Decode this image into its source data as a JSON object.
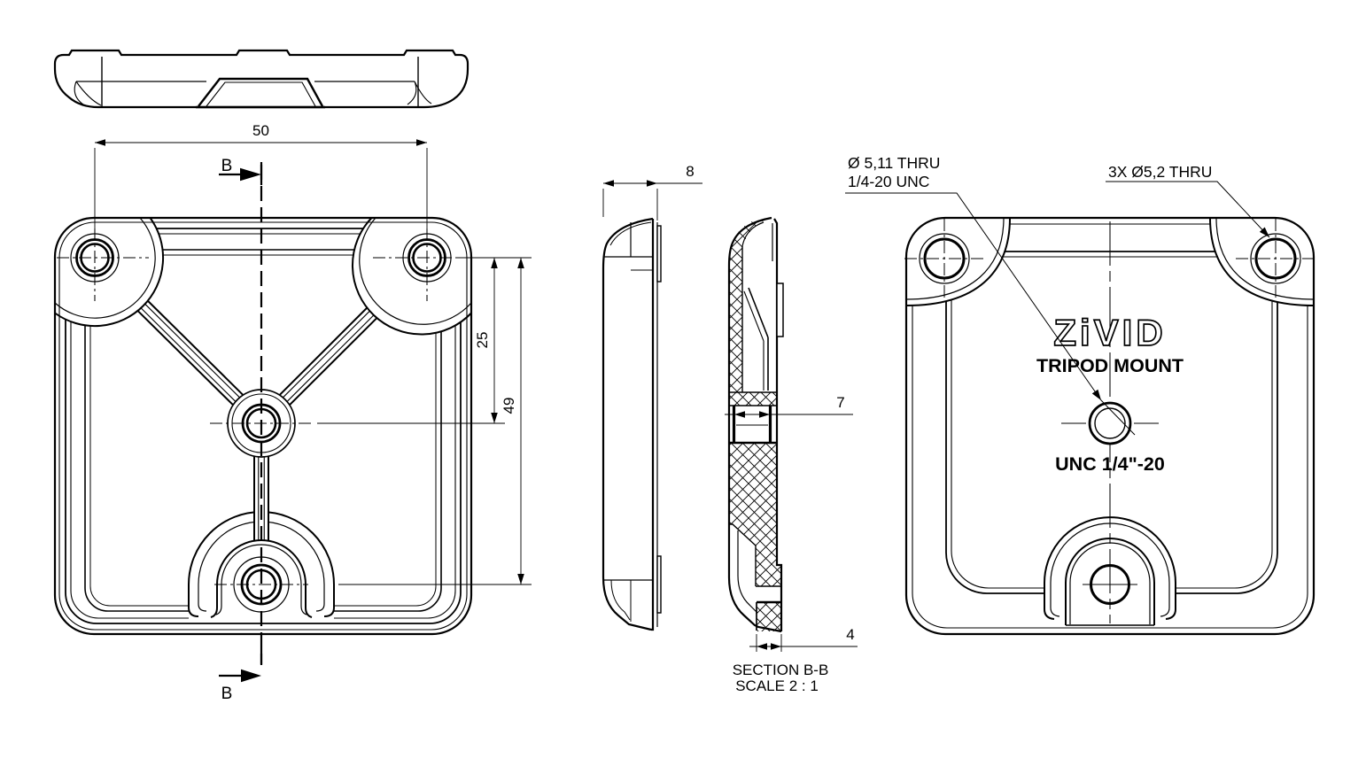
{
  "title": "Zivid Tripod Mount technical drawing",
  "colors": {
    "background": "#ffffff",
    "line": "#000000"
  },
  "views": {
    "front": {
      "dim_width": "50",
      "dim_center_offset": "25",
      "dim_hole_span": "49",
      "section_label_top": "B",
      "section_label_bottom": "B"
    },
    "side": {
      "dim_thickness": "8"
    },
    "section": {
      "dim_boss_width": "7",
      "dim_foot_width": "4",
      "title": "SECTION B-B",
      "scale": "SCALE 2 : 1"
    },
    "back": {
      "callout_center_line1": "Ø 5,11 THRU",
      "callout_center_line2": "1/4-20 UNC",
      "callout_corner": "3X Ø5,2 THRU",
      "logo": "ZiVID",
      "product": "TRIPOD MOUNT",
      "thread": "UNC 1/4\"-20"
    }
  }
}
